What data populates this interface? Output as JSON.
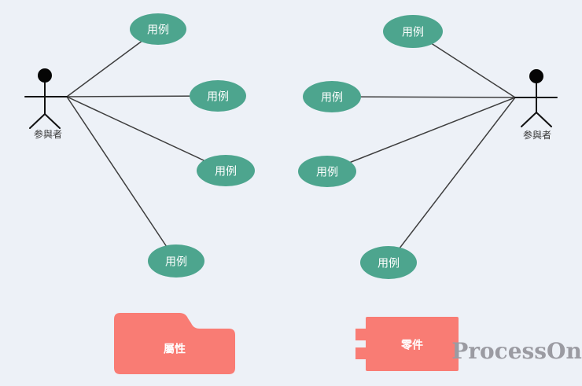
{
  "diagram": {
    "type": "uml-use-case",
    "actor_left": {
      "label": "参與者"
    },
    "actor_right": {
      "label": "参與者"
    },
    "usecases": {
      "left": [
        {
          "label": "用例"
        },
        {
          "label": "用例"
        },
        {
          "label": "用例"
        },
        {
          "label": "用例"
        }
      ],
      "right": [
        {
          "label": "用例"
        },
        {
          "label": "用例"
        },
        {
          "label": "用例"
        },
        {
          "label": "用例"
        }
      ]
    },
    "package": {
      "label": "屬性"
    },
    "component": {
      "label": "零件"
    }
  },
  "watermark": {
    "text": "ProcessOn"
  },
  "colors": {
    "background": "#edf1f7",
    "usecase_fill": "#4da58e",
    "usecase_text": "#ffffff",
    "shape_fill": "#f97c74",
    "shape_text": "#ffffff",
    "line": "#3e3e3e",
    "actor": "#111111",
    "actor_label": "#333333",
    "watermark": "#9b9ba2"
  }
}
